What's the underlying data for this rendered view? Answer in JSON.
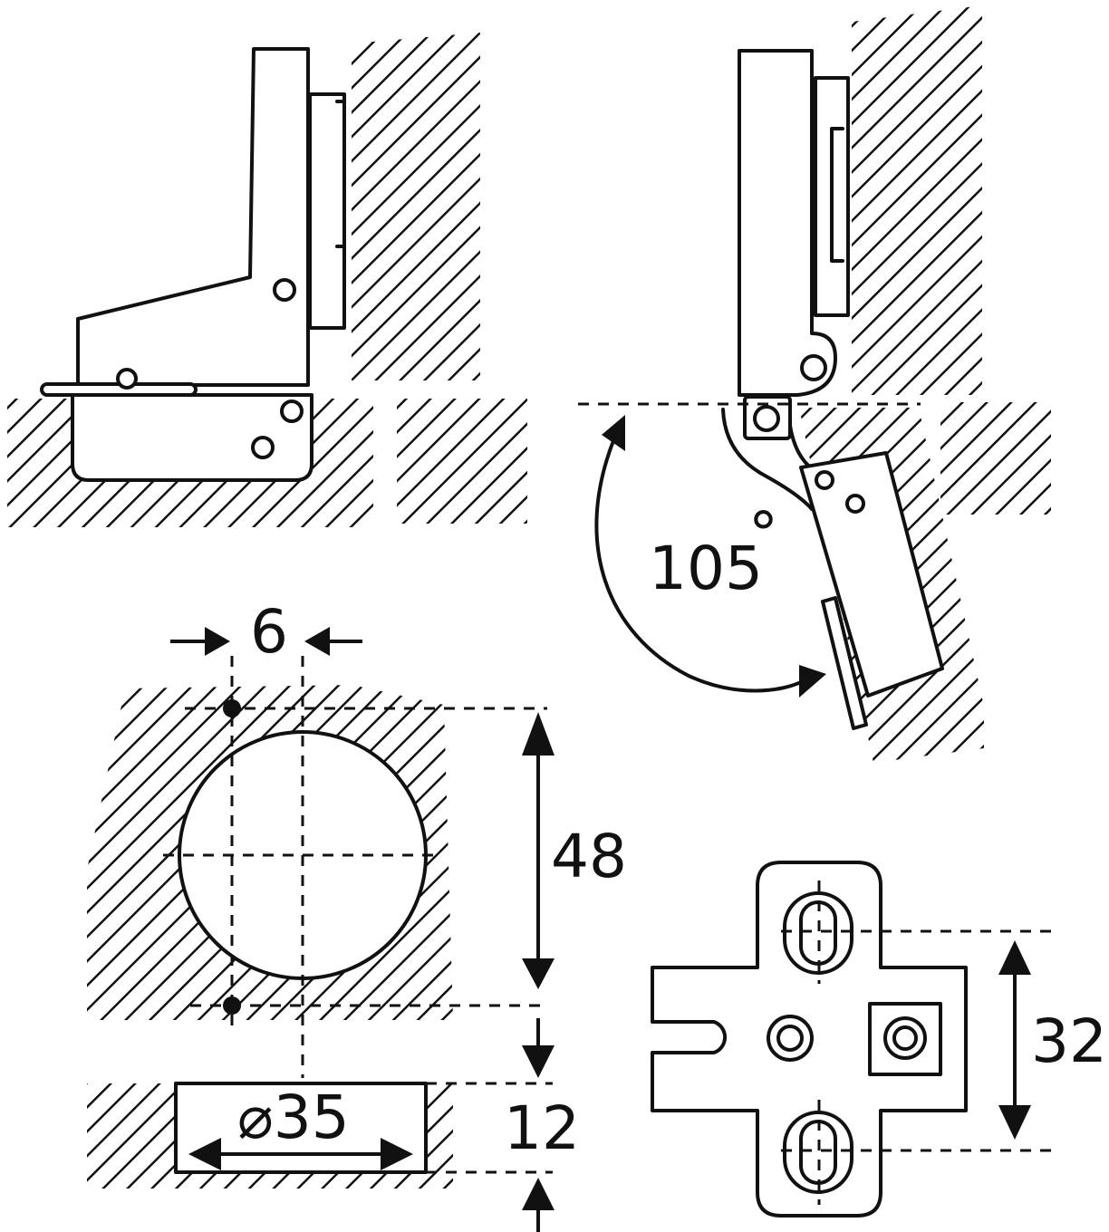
{
  "labels": {
    "opening_angle": "105",
    "degree_symbol": "°",
    "hinge_offset": "6",
    "hole_spacing": "48",
    "cup_diameter": "⌀35",
    "cup_depth": "12",
    "plate_spacing": "32"
  },
  "colors": {
    "line": "#111111",
    "background": "#ffffff"
  }
}
